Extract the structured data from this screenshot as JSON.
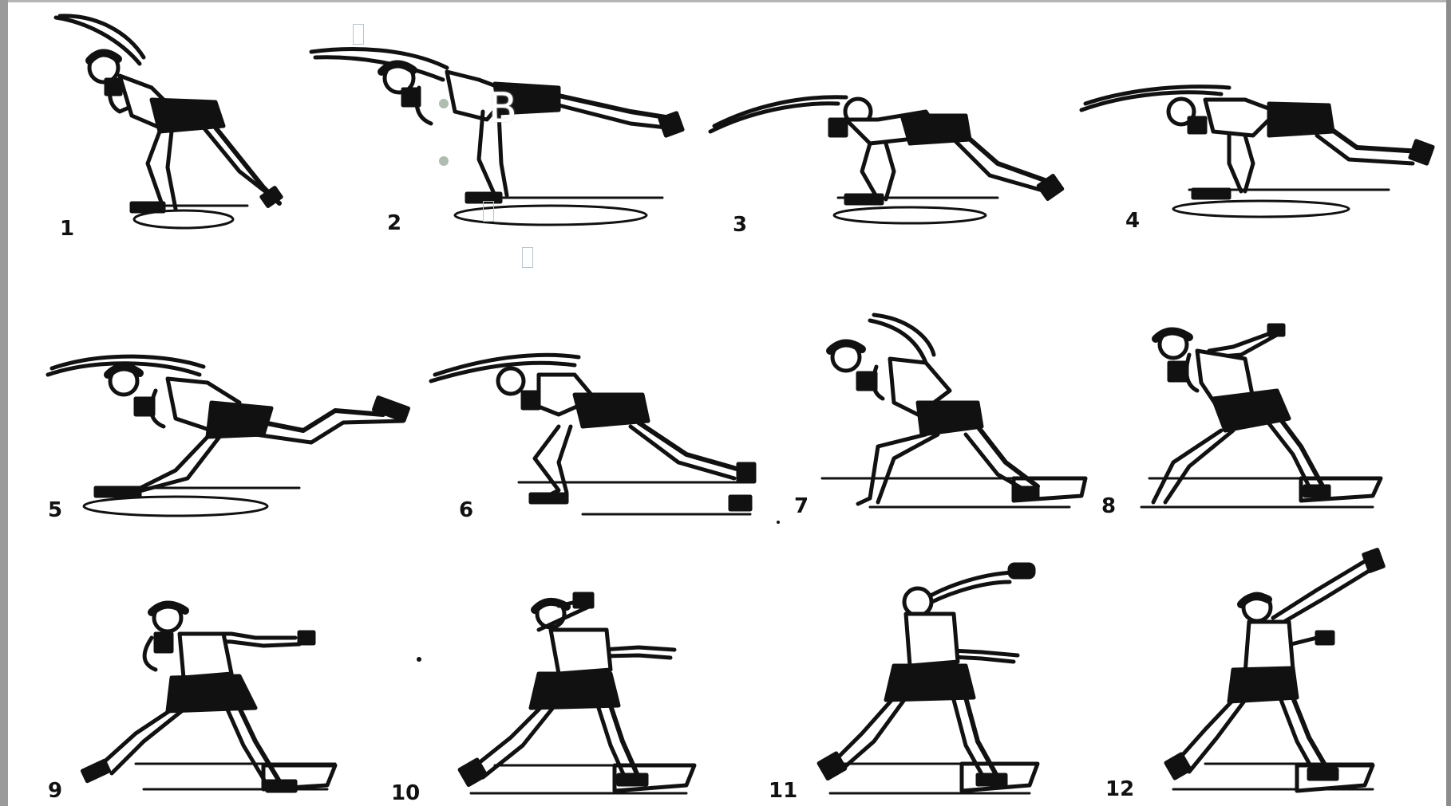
{
  "figure": {
    "frames": [
      {
        "label": "1"
      },
      {
        "label": "2"
      },
      {
        "label": "3"
      },
      {
        "label": "4"
      },
      {
        "label": "5"
      },
      {
        "label": "6"
      },
      {
        "label": "7"
      },
      {
        "label": "8"
      },
      {
        "label": "9"
      },
      {
        "label": "10"
      },
      {
        "label": "11"
      },
      {
        "label": "12"
      }
    ]
  },
  "overlay_text": "B",
  "colors": {
    "ink": "#111111",
    "frame": "#9a9a9a",
    "overlay_dots": "#aebcb2",
    "overlay_boxes": "#b7c4cc"
  }
}
